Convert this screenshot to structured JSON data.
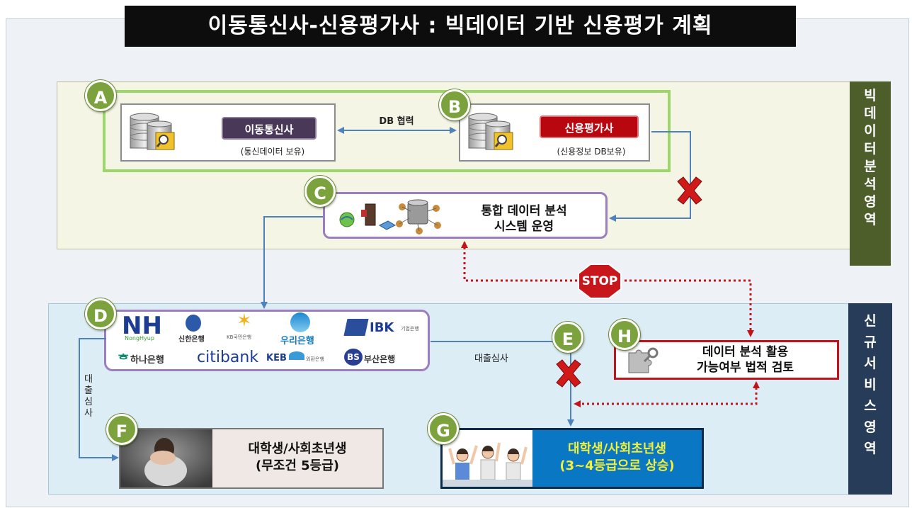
{
  "title": "이동통신사-신용평가사 : 빅데이터 기반 신용평가 계획",
  "zones": {
    "top_label": "빅데이터분석영역",
    "bottom_label": "신규 서비스 영역"
  },
  "badges": {
    "a": "A",
    "b": "B",
    "c": "C",
    "d": "D",
    "e": "E",
    "f": "F",
    "g": "G",
    "h": "H"
  },
  "node_a": {
    "label": "이동통신사",
    "sub": "(통신데이터 보유)"
  },
  "node_b": {
    "label": "신용평가사",
    "sub": "(신용정보 DB보유)"
  },
  "db_cooperation": "DB 협력",
  "node_c": {
    "line1": "통합 데이터 분석",
    "line2": "시스템 운영"
  },
  "banks": {
    "nh": "NH",
    "nh_sub": "NongHyup",
    "shinhan": "신한은행",
    "kb": "KB국민은행",
    "woori": "우리은행",
    "ibk": "IBK",
    "ibk_sub": "기업은행",
    "hana": "하나은행",
    "citi": "citibank",
    "keb": "KEB",
    "keb_sub": "외환은행",
    "bs": "BS",
    "busan": "부산은행"
  },
  "loan_review_vertical": "대출심사",
  "loan_review": "대출심사",
  "stop": "STOP",
  "node_h": {
    "line1": "데이터 분석 활용",
    "line2": "가능여부 법적 검토"
  },
  "node_f": {
    "line1": "대학생/사회초년생",
    "line2": "(무조건 5등급)"
  },
  "node_g": {
    "line1": "대학생/사회초년생",
    "line2": "(3~4등급으로 상승)"
  },
  "colors": {
    "badge": "#7ca23e",
    "pill_a": "#4a3859",
    "pill_b": "#b8070e",
    "frame_purple": "#9c7ec0",
    "arrow_blue": "#4f81bd",
    "arrow_red_dotted": "#c0141a",
    "zone_top_label": "#4d5e2a",
    "zone_bottom_label": "#263c59",
    "g_blue": "#0a77c4",
    "g_text": "#f3f03a"
  }
}
